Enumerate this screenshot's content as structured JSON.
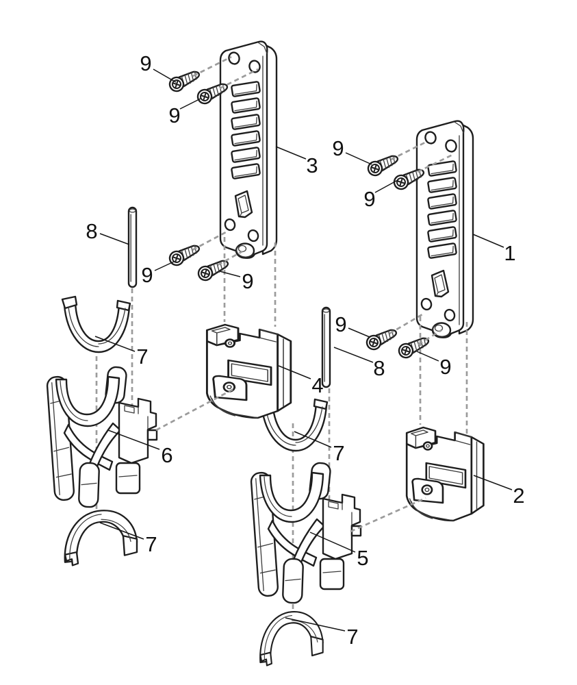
{
  "diagram": {
    "type": "exploded-parts-diagram",
    "callouts": [
      {
        "label": "9"
      },
      {
        "label": "9"
      },
      {
        "label": "3"
      },
      {
        "label": "9"
      },
      {
        "label": "9"
      },
      {
        "label": "1"
      },
      {
        "label": "8"
      },
      {
        "label": "9"
      },
      {
        "label": "9"
      },
      {
        "label": "7"
      },
      {
        "label": "4"
      },
      {
        "label": "9"
      },
      {
        "label": "8"
      },
      {
        "label": "9"
      },
      {
        "label": "6"
      },
      {
        "label": "7"
      },
      {
        "label": "2"
      },
      {
        "label": "5"
      },
      {
        "label": "7"
      },
      {
        "label": "7"
      }
    ]
  },
  "colors": {
    "background": "#ffffff",
    "line": "#1e1e1e",
    "dashed_line": "#9b9b9b",
    "label_text": "#111111"
  }
}
